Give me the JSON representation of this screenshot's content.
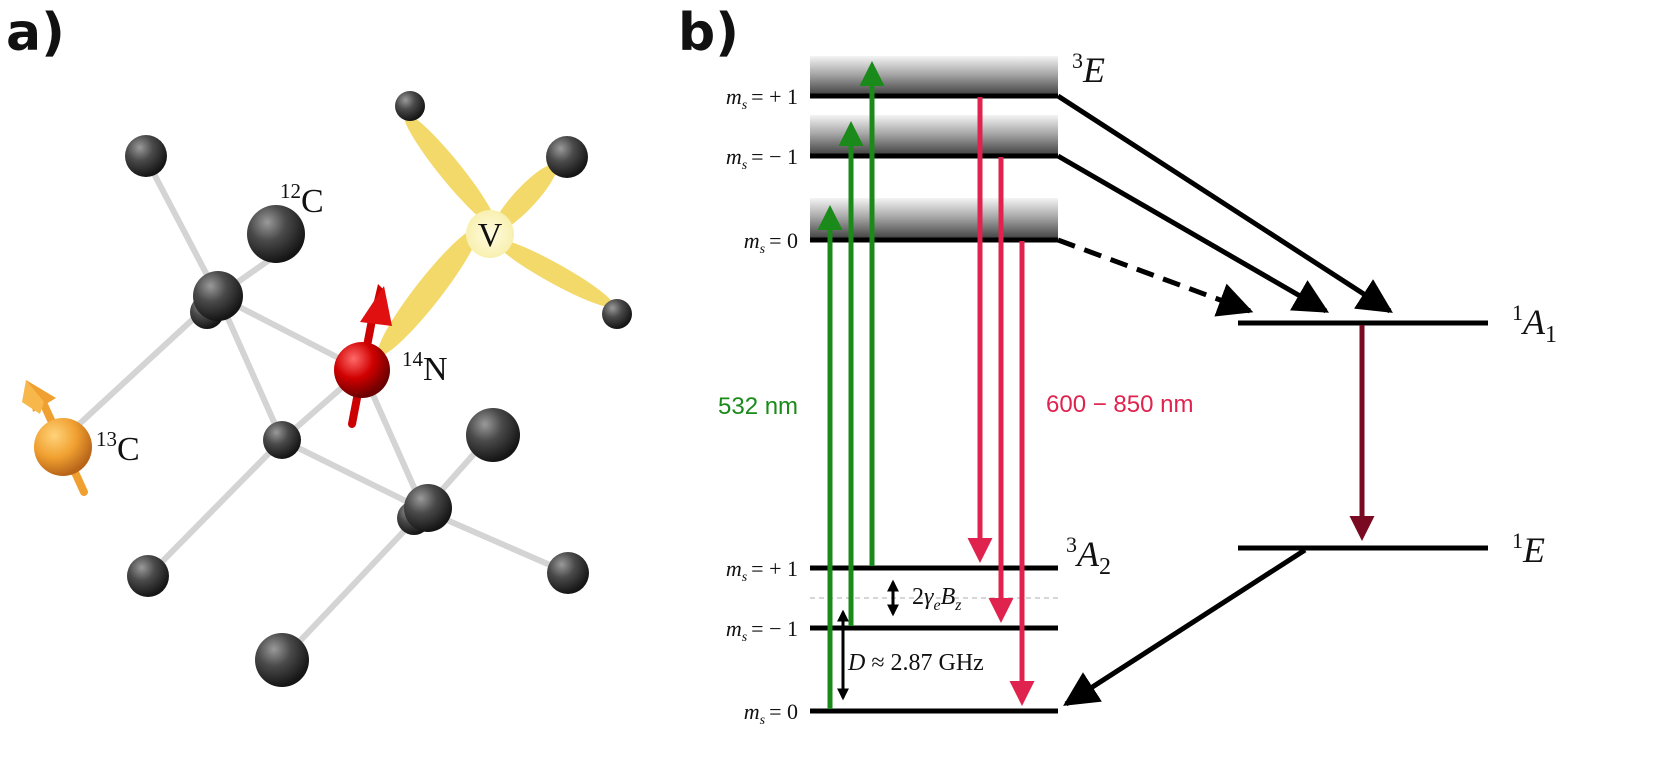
{
  "panels": {
    "a": {
      "label": "a)"
    },
    "b": {
      "label": "b)"
    }
  },
  "atoms": {
    "c12": {
      "mass": "12",
      "symbol": "C"
    },
    "c13": {
      "mass": "13",
      "symbol": "C"
    },
    "n14": {
      "mass": "14",
      "symbol": "N"
    },
    "vacancy": {
      "symbol": "V"
    }
  },
  "states": {
    "e3": {
      "mult": "3",
      "sym": "E"
    },
    "a2_3": {
      "mult": "3",
      "sym": "A",
      "sub": "2"
    },
    "a1_1": {
      "mult": "1",
      "sym": "A",
      "sub": "1"
    },
    "e1": {
      "mult": "1",
      "sym": "E"
    }
  },
  "ms_labels": {
    "excited": [
      "m_s = + 1",
      "m_s = − 1",
      "m_s = 0"
    ],
    "ground": [
      "m_s = + 1",
      "m_s = − 1",
      "m_s = 0"
    ],
    "prefix": "m",
    "sub": "s",
    "values": {
      "p1": "= + 1",
      "m1": "= − 1",
      "z": "= 0"
    }
  },
  "wavelengths": {
    "green": {
      "text": "532 nm",
      "color": "#1a8a1a"
    },
    "red": {
      "text": "600 − 850 nm",
      "color": "#e0234e"
    }
  },
  "splittings": {
    "zeeman": {
      "coef": "2",
      "gamma": "γ",
      "gamma_sub": "e",
      "b": "B",
      "b_sub": "z"
    },
    "zfs": {
      "text_d": "D",
      "text_rest": "≈ 2.87 GHz"
    }
  },
  "colors": {
    "carbon": "#3a3a3a",
    "nitrogen": "#cc0000",
    "c13": "#f0a030",
    "vacancy_lobes": "#f2d55a",
    "bond": "#d4d4d4",
    "isc_decay": "#7a0a22"
  }
}
